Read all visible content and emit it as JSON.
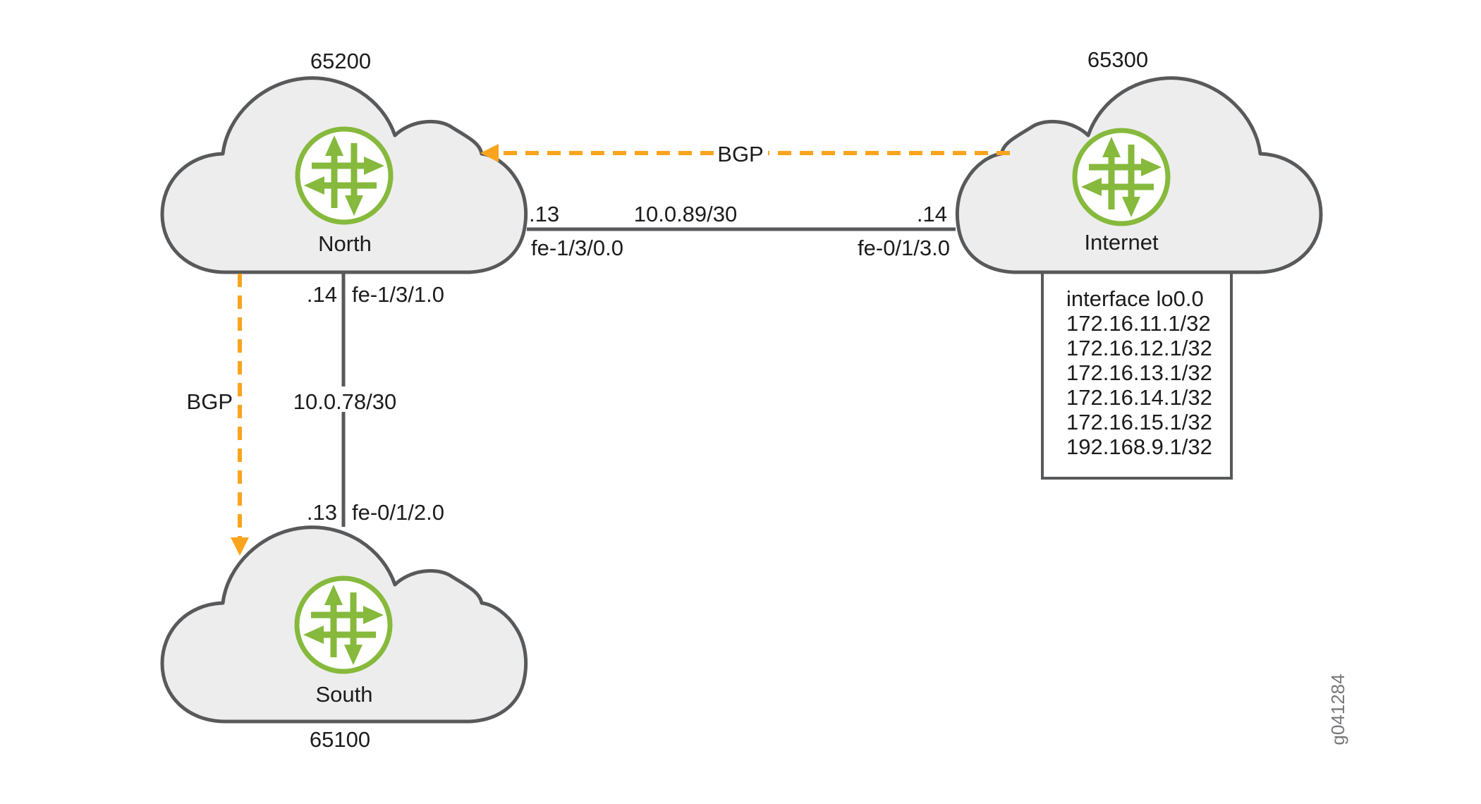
{
  "figure_id": "g041284",
  "colors": {
    "cloud_fill": "#ededed",
    "line_gray": "#58595b",
    "juniper_green": "#86b93c",
    "bgp_orange": "#faa41e",
    "text": "#1c1c1c",
    "figure_id_gray": "#77787b"
  },
  "clouds": [
    {
      "id": "north",
      "as_number": "65200",
      "name": "North"
    },
    {
      "id": "internet",
      "as_number": "65300",
      "name": "Internet"
    },
    {
      "id": "south",
      "as_number": "65100",
      "name": "South"
    }
  ],
  "links": [
    {
      "id": "north-internet",
      "subnet": "10.0.89/30",
      "left": {
        "addr": ".13",
        "intf": "fe-1/3/0.0"
      },
      "right": {
        "addr": ".14",
        "intf": "fe-0/1/3.0"
      }
    },
    {
      "id": "north-south",
      "subnet": "10.0.78/30",
      "top": {
        "addr": ".14",
        "intf": "fe-1/3/1.0"
      },
      "bottom": {
        "addr": ".13",
        "intf": "fe-0/1/2.0"
      }
    }
  ],
  "bgp": [
    {
      "id": "internet-to-north",
      "label": "BGP"
    },
    {
      "id": "north-to-south",
      "label": "BGP"
    }
  ],
  "loopback_box": {
    "title": "interface lo0.0",
    "addresses": [
      "172.16.11.1/32",
      "172.16.12.1/32",
      "172.16.13.1/32",
      "172.16.14.1/32",
      "172.16.15.1/32",
      "192.168.9.1/32"
    ]
  }
}
